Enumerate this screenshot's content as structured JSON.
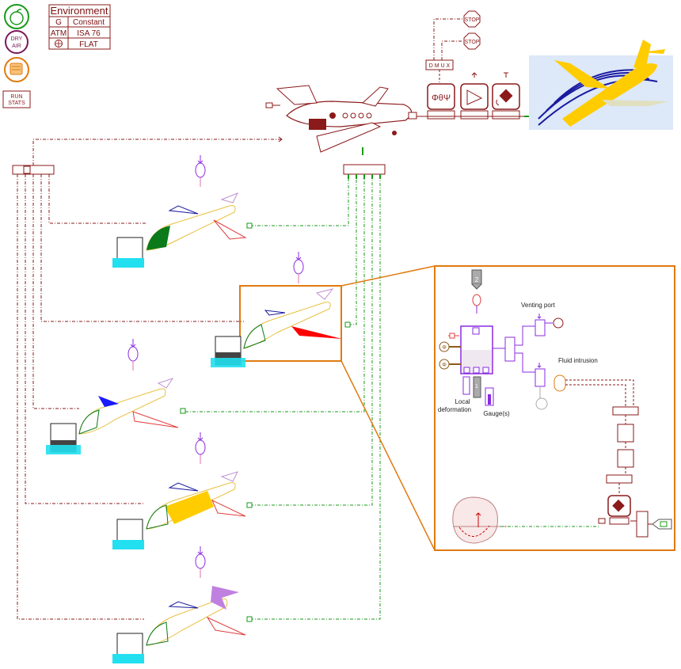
{
  "colors": {
    "maroon": "#8b1a1a",
    "green": "#1a9a1a",
    "purple": "#8a2be2",
    "orange": "#e07a10",
    "cyan": "#22e0f0",
    "sky": "#dde8f8",
    "plane_yellow": "#ffcc00",
    "navy": "#1a1aa0"
  },
  "left_toolbar": {
    "apple_icon": "apple-icon",
    "dry_air": "DRY\nAIR",
    "dry_air_line1": "DRY",
    "dry_air_line2": "AIR",
    "food_icon": "food-icon",
    "run_stats_line1": "RUN",
    "run_stats_line2": "STATS"
  },
  "environment": {
    "title": "Environment",
    "rows": [
      {
        "key": "G",
        "value": "Constant"
      },
      {
        "key": "ATM",
        "value": "ISA 76"
      },
      {
        "key": "globe-icon",
        "value": "FLAT"
      }
    ]
  },
  "stop_blocks": [
    "STOP",
    "STOP"
  ],
  "attitude_label": "ΦθΨ",
  "detail": {
    "venting_port": "Venting port",
    "fluid_intrusion": "Fluid intrusion",
    "local_deformation_line1": "Local",
    "local_deformation_line2": "deformation",
    "gauges": "Gauge(s)",
    "tank_number_top": "2",
    "tank_number_mid": "1"
  }
}
